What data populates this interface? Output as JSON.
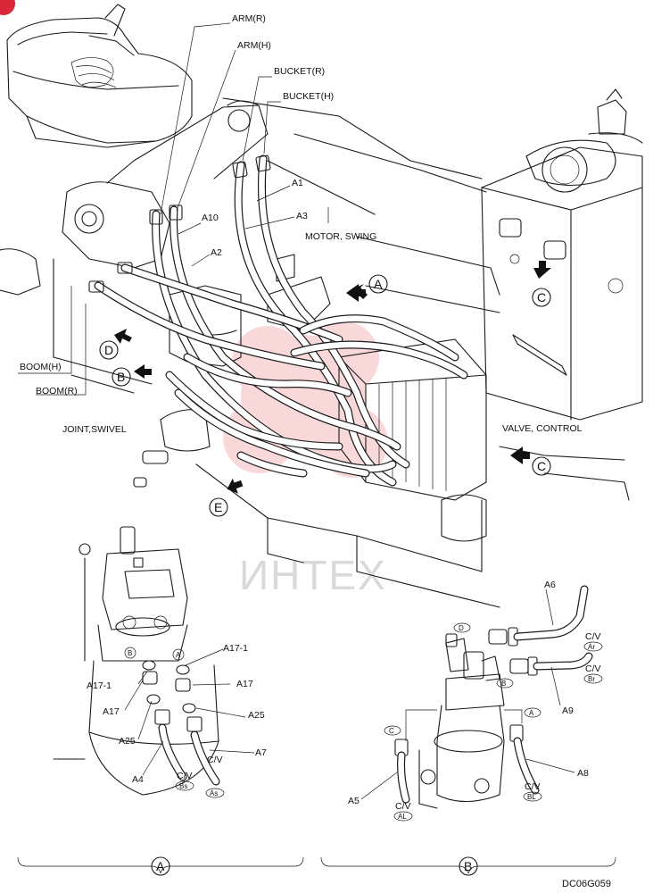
{
  "labels": {
    "arm_r": "ARM(R)",
    "arm_h": "ARM(H)",
    "bucket_r": "BUCKET(R)",
    "bucket_h": "BUCKET(H)",
    "a1": "A1",
    "a3": "A3",
    "a10": "A10",
    "a2": "A2",
    "motor_swing": "MOTOR, SWING",
    "boom_h": "BOOM(H)",
    "boom_r": "BOOM(R)",
    "joint_swivel": "JOINT,SWIVEL",
    "valve_control": "VALVE, CONTROL"
  },
  "view_markers": {
    "a_top": "A",
    "b_left": "B",
    "c_right_top": "C",
    "c_right_bottom": "C",
    "d_left": "D",
    "e_bottom": "E"
  },
  "detail_a": {
    "a17_1_right": "A17-1",
    "a17_1_left": "A17-1",
    "a17_right": "A17",
    "a17_left": "A17",
    "a25_right": "A25",
    "a25_left": "A25",
    "a7": "A7",
    "a4": "A4",
    "port_b": "B",
    "port_a": "A",
    "cv_bs_top": "C/V",
    "cv_bs_bot": "Bs",
    "cv_as_top": "C/V",
    "cv_as_bot": "As"
  },
  "detail_b": {
    "a6": "A6",
    "a9": "A9",
    "a8": "A8",
    "a5": "A5",
    "port_d": "D",
    "port_b": "B",
    "port_c": "C",
    "port_a": "A",
    "cv_ar_top": "C/V",
    "cv_ar_bot": "Ar",
    "cv_br_top": "C/V",
    "cv_br_bot": "Br",
    "cv_bl_top": "C/V",
    "cv_bl_bot": "BL",
    "cv_al_top": "C/V",
    "cv_al_bot": "AL"
  },
  "section_labels": {
    "a": "A",
    "b": "B"
  },
  "watermark": "ИНТЕХ",
  "drawing_code": "DC06G059",
  "colors": {
    "line": "#1a1a1a",
    "watermark": "#e8505b",
    "badge": "#d8283a"
  }
}
